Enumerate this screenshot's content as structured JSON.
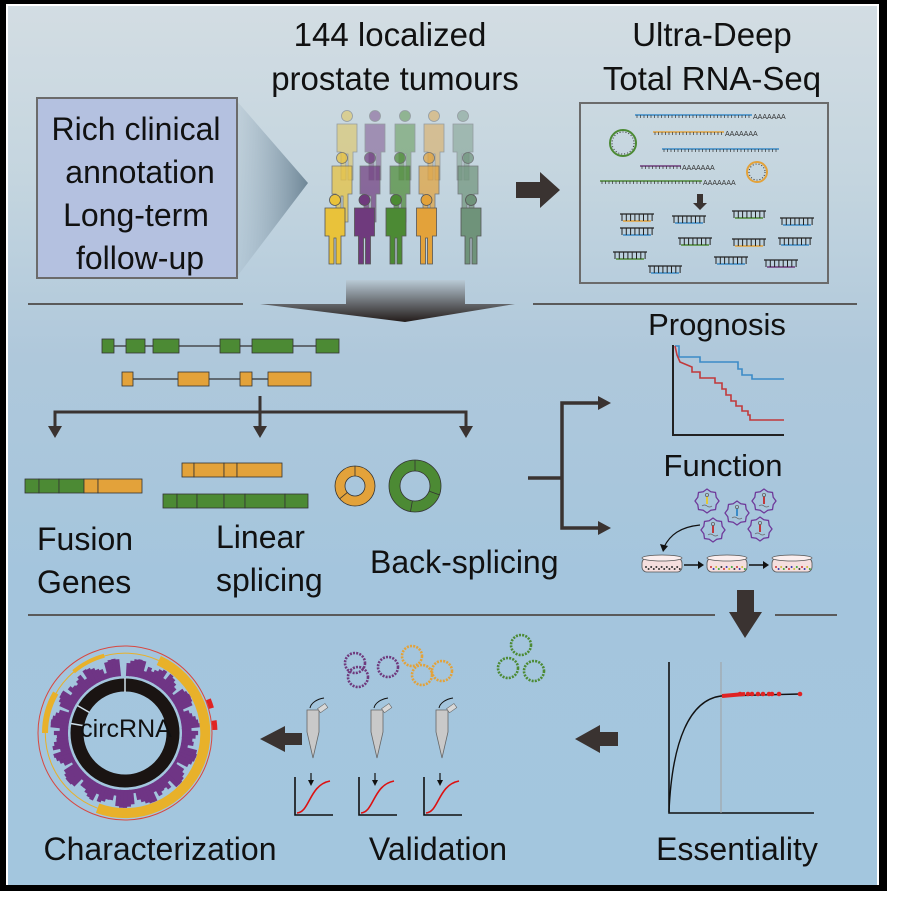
{
  "title": "Graphical abstract: circRNA landscape of localized prostate cancer",
  "colors": {
    "background_top": "#d3dde3",
    "background_bottom": "#a3c6de",
    "green": "#4c8a34",
    "orange": "#e3a23a",
    "yellow": "#e9c23a",
    "purple": "#6f3a7d",
    "teal": "#6f937a",
    "blue_line": "#3b8bc7",
    "red_line": "#c1393b",
    "arrow": "#3a3331",
    "divider": "#5a5a5a"
  },
  "top": {
    "cohort_title_line1": "144 localized",
    "cohort_title_line2": "prostate tumours",
    "clinical_box": [
      "Rich clinical",
      "annotation",
      "Long-term",
      "follow-up"
    ],
    "seq_title_line1": "Ultra-Deep",
    "seq_title_line2": "Total RNA-Seq",
    "polyA_tail": "AAAAAAA",
    "people_colors": [
      "yellow",
      "purple",
      "green",
      "orange",
      "teal"
    ],
    "people_rows": 3
  },
  "middle": {
    "fusion_label": [
      "Fusion",
      "Genes"
    ],
    "linear_label": [
      "Linear",
      "splicing"
    ],
    "back_label": "Back-splicing",
    "prognosis_label": "Prognosis",
    "function_label": "Function"
  },
  "bottom": {
    "characterization_label": "Characterization",
    "circ_center_label": "circRNA",
    "validation_label": "Validation",
    "essentiality_label": "Essentiality",
    "validation_circle_colors": [
      "purple",
      "orange",
      "green"
    ]
  }
}
